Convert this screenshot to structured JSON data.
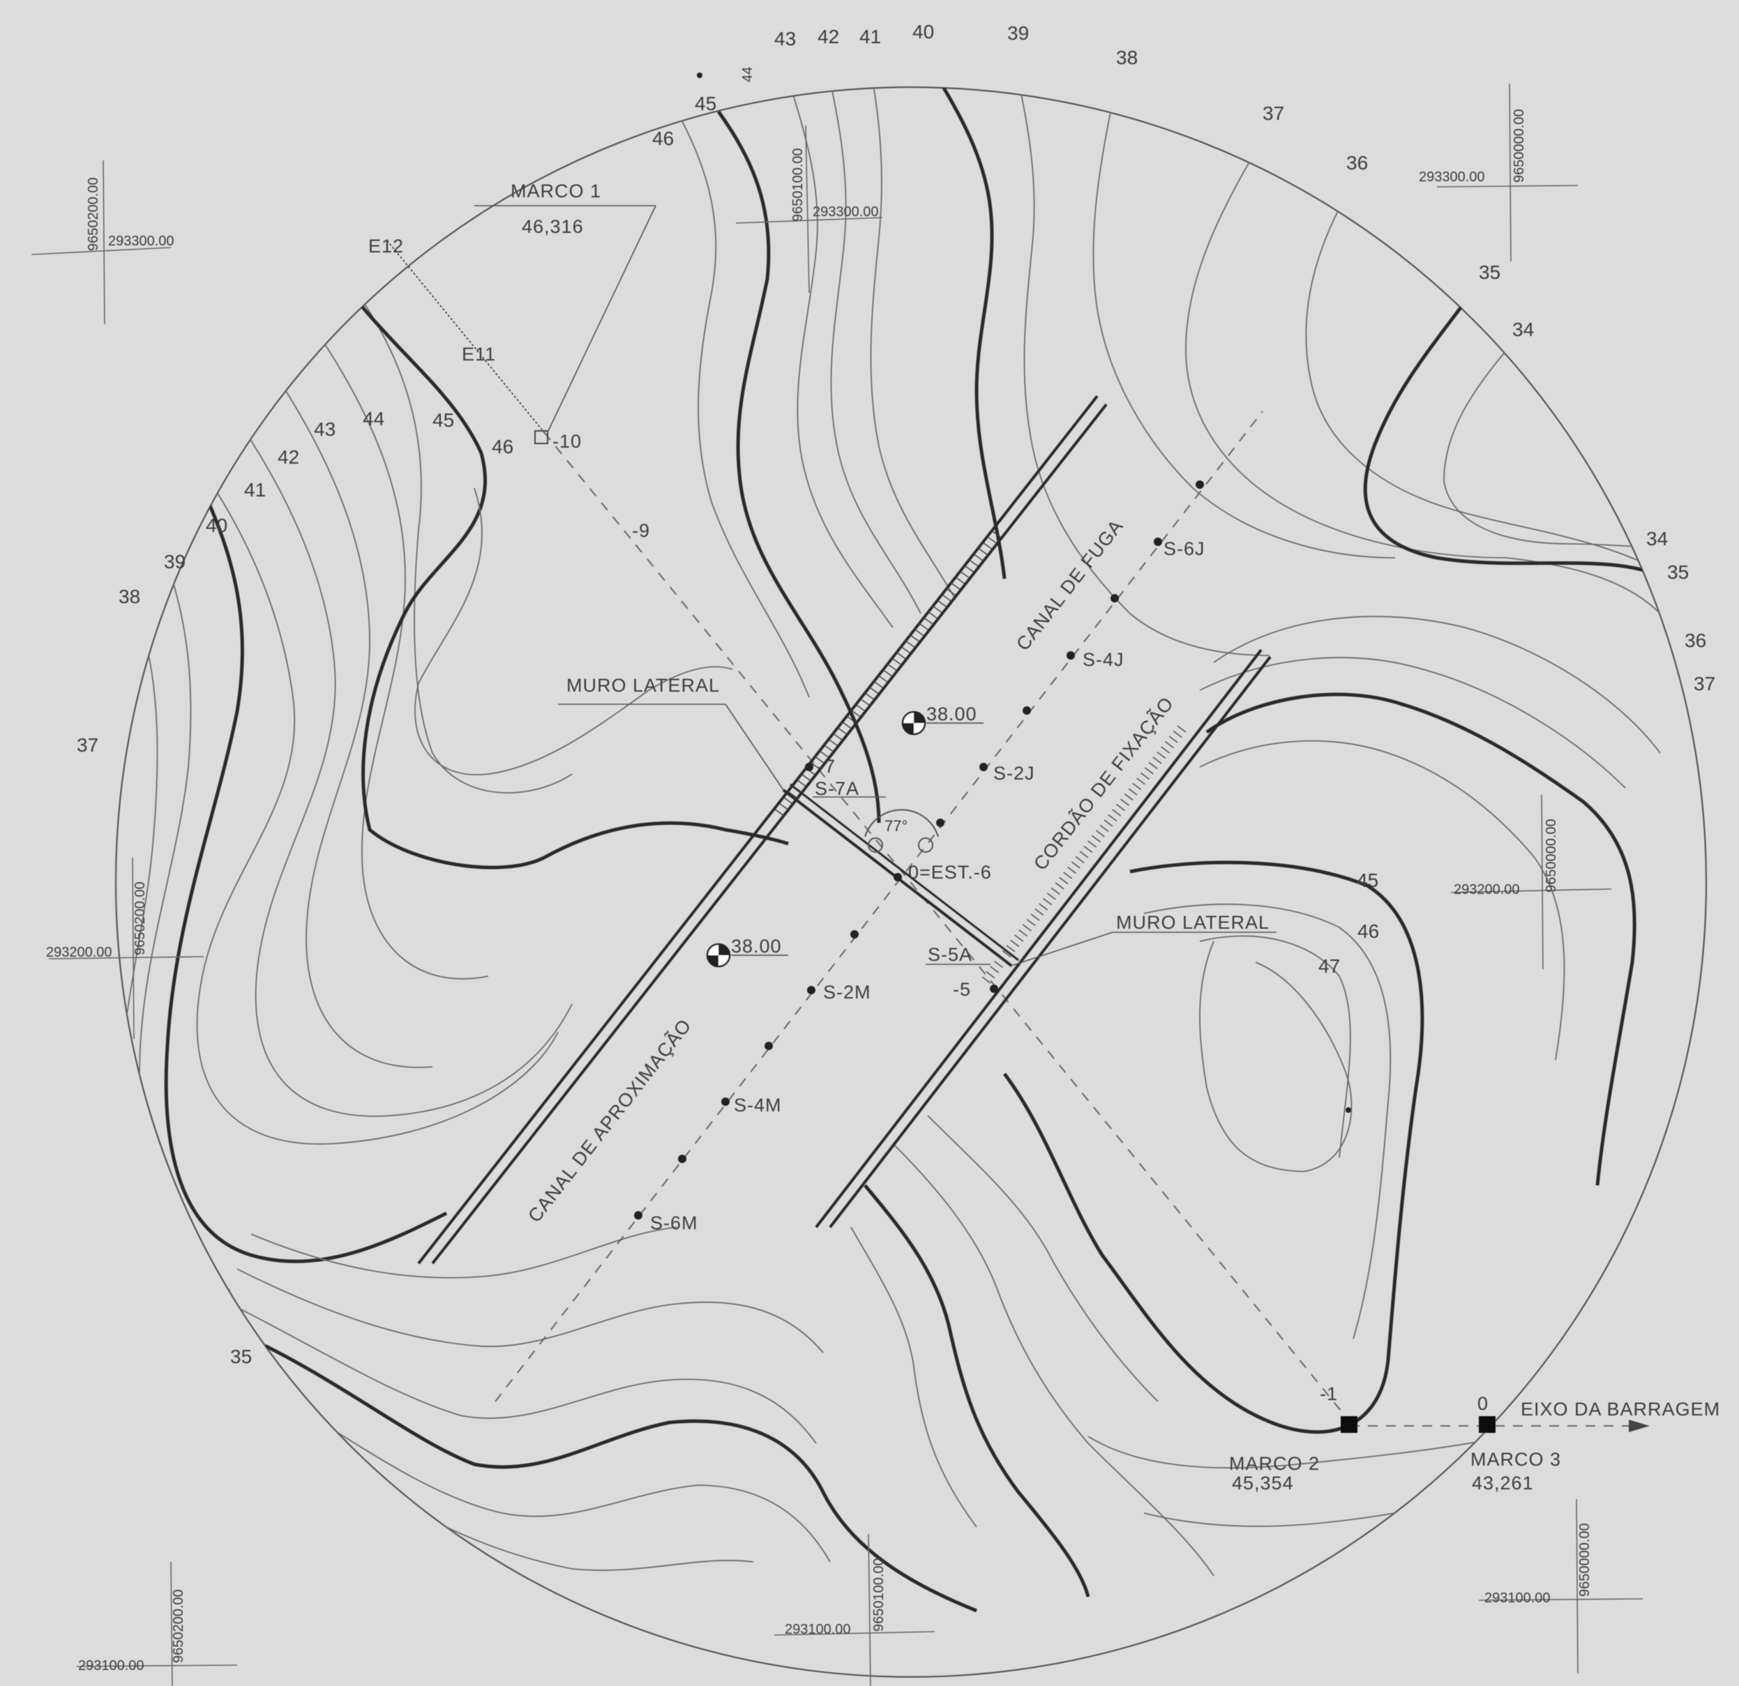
{
  "contour_labels": {
    "c43t": "43",
    "c42t": "42",
    "c41t": "41",
    "c40t": "40",
    "c39t": "39",
    "c38t": "38",
    "c37t": "37",
    "c36t": "36",
    "c35t": "35",
    "c34t": "34",
    "c45a": "45",
    "c46a": "46",
    "c44a": "44",
    "c44b": "44",
    "c45b": "45",
    "c46b": "46",
    "c43b": "43",
    "c42b": "42",
    "c41b": "41",
    "c40b": "40",
    "c39b": "39",
    "c38b": "38",
    "c37b": "37",
    "c34r": "34",
    "c35r": "35",
    "c36r": "36",
    "c37r": "37",
    "c45r": "45",
    "c46r": "46",
    "c47r": "47",
    "c35b": "35"
  },
  "features": {
    "canal_fuga": "CANAL DE FUGA",
    "canal_aproximacao": "CANAL DE APROXIMAÇÃO",
    "cordao_fixacao": "CORDÃO DE FIXAÇÃO",
    "muro_lateral_1": "MURO LATERAL",
    "muro_lateral_2": "MURO LATERAL",
    "eixo_barragem": "EIXO DA BARRAGEM",
    "level_fuga": "38.00",
    "level_aprox": "38.00",
    "angle": "77°"
  },
  "markers": {
    "marco1_name": "MARCO 1",
    "marco1_value": "46,316",
    "marco2_name": "MARCO 2",
    "marco2_value": "45,354",
    "marco3_name": "MARCO 3",
    "marco3_value": "43,261"
  },
  "stations": {
    "e12": "E12",
    "e11": "E11",
    "s10": "-10",
    "s9": "-9",
    "s7": "-7",
    "s6": "0=EST.-6",
    "s5": "-5",
    "s1": "-1",
    "s0": "0"
  },
  "soundings": {
    "s6j": "S-6J",
    "s4j": "S-4J",
    "s2j": "S-2J",
    "s7a": "S-7A",
    "s5a": "S-5A",
    "s2m": "S-2M",
    "s4m": "S-4M",
    "s6m": "S-6M"
  },
  "grid_coords": {
    "tl_e": "293300.00",
    "tl_n": "9650200.00",
    "tc_e": "293300.00",
    "tc_n": "9650100.00",
    "tr_e": "293300.00",
    "tr_n": "9650000.00",
    "ml_e": "293200.00",
    "ml_n": "9650200.00",
    "mr_e": "293200.00",
    "mr_n": "9650000.00",
    "bl_e": "293100.00",
    "bl_n": "9650200.00",
    "bc_e": "293100.00",
    "bc_n": "9650100.00",
    "br_e": "293100.00",
    "br_n": "9650000.00"
  }
}
